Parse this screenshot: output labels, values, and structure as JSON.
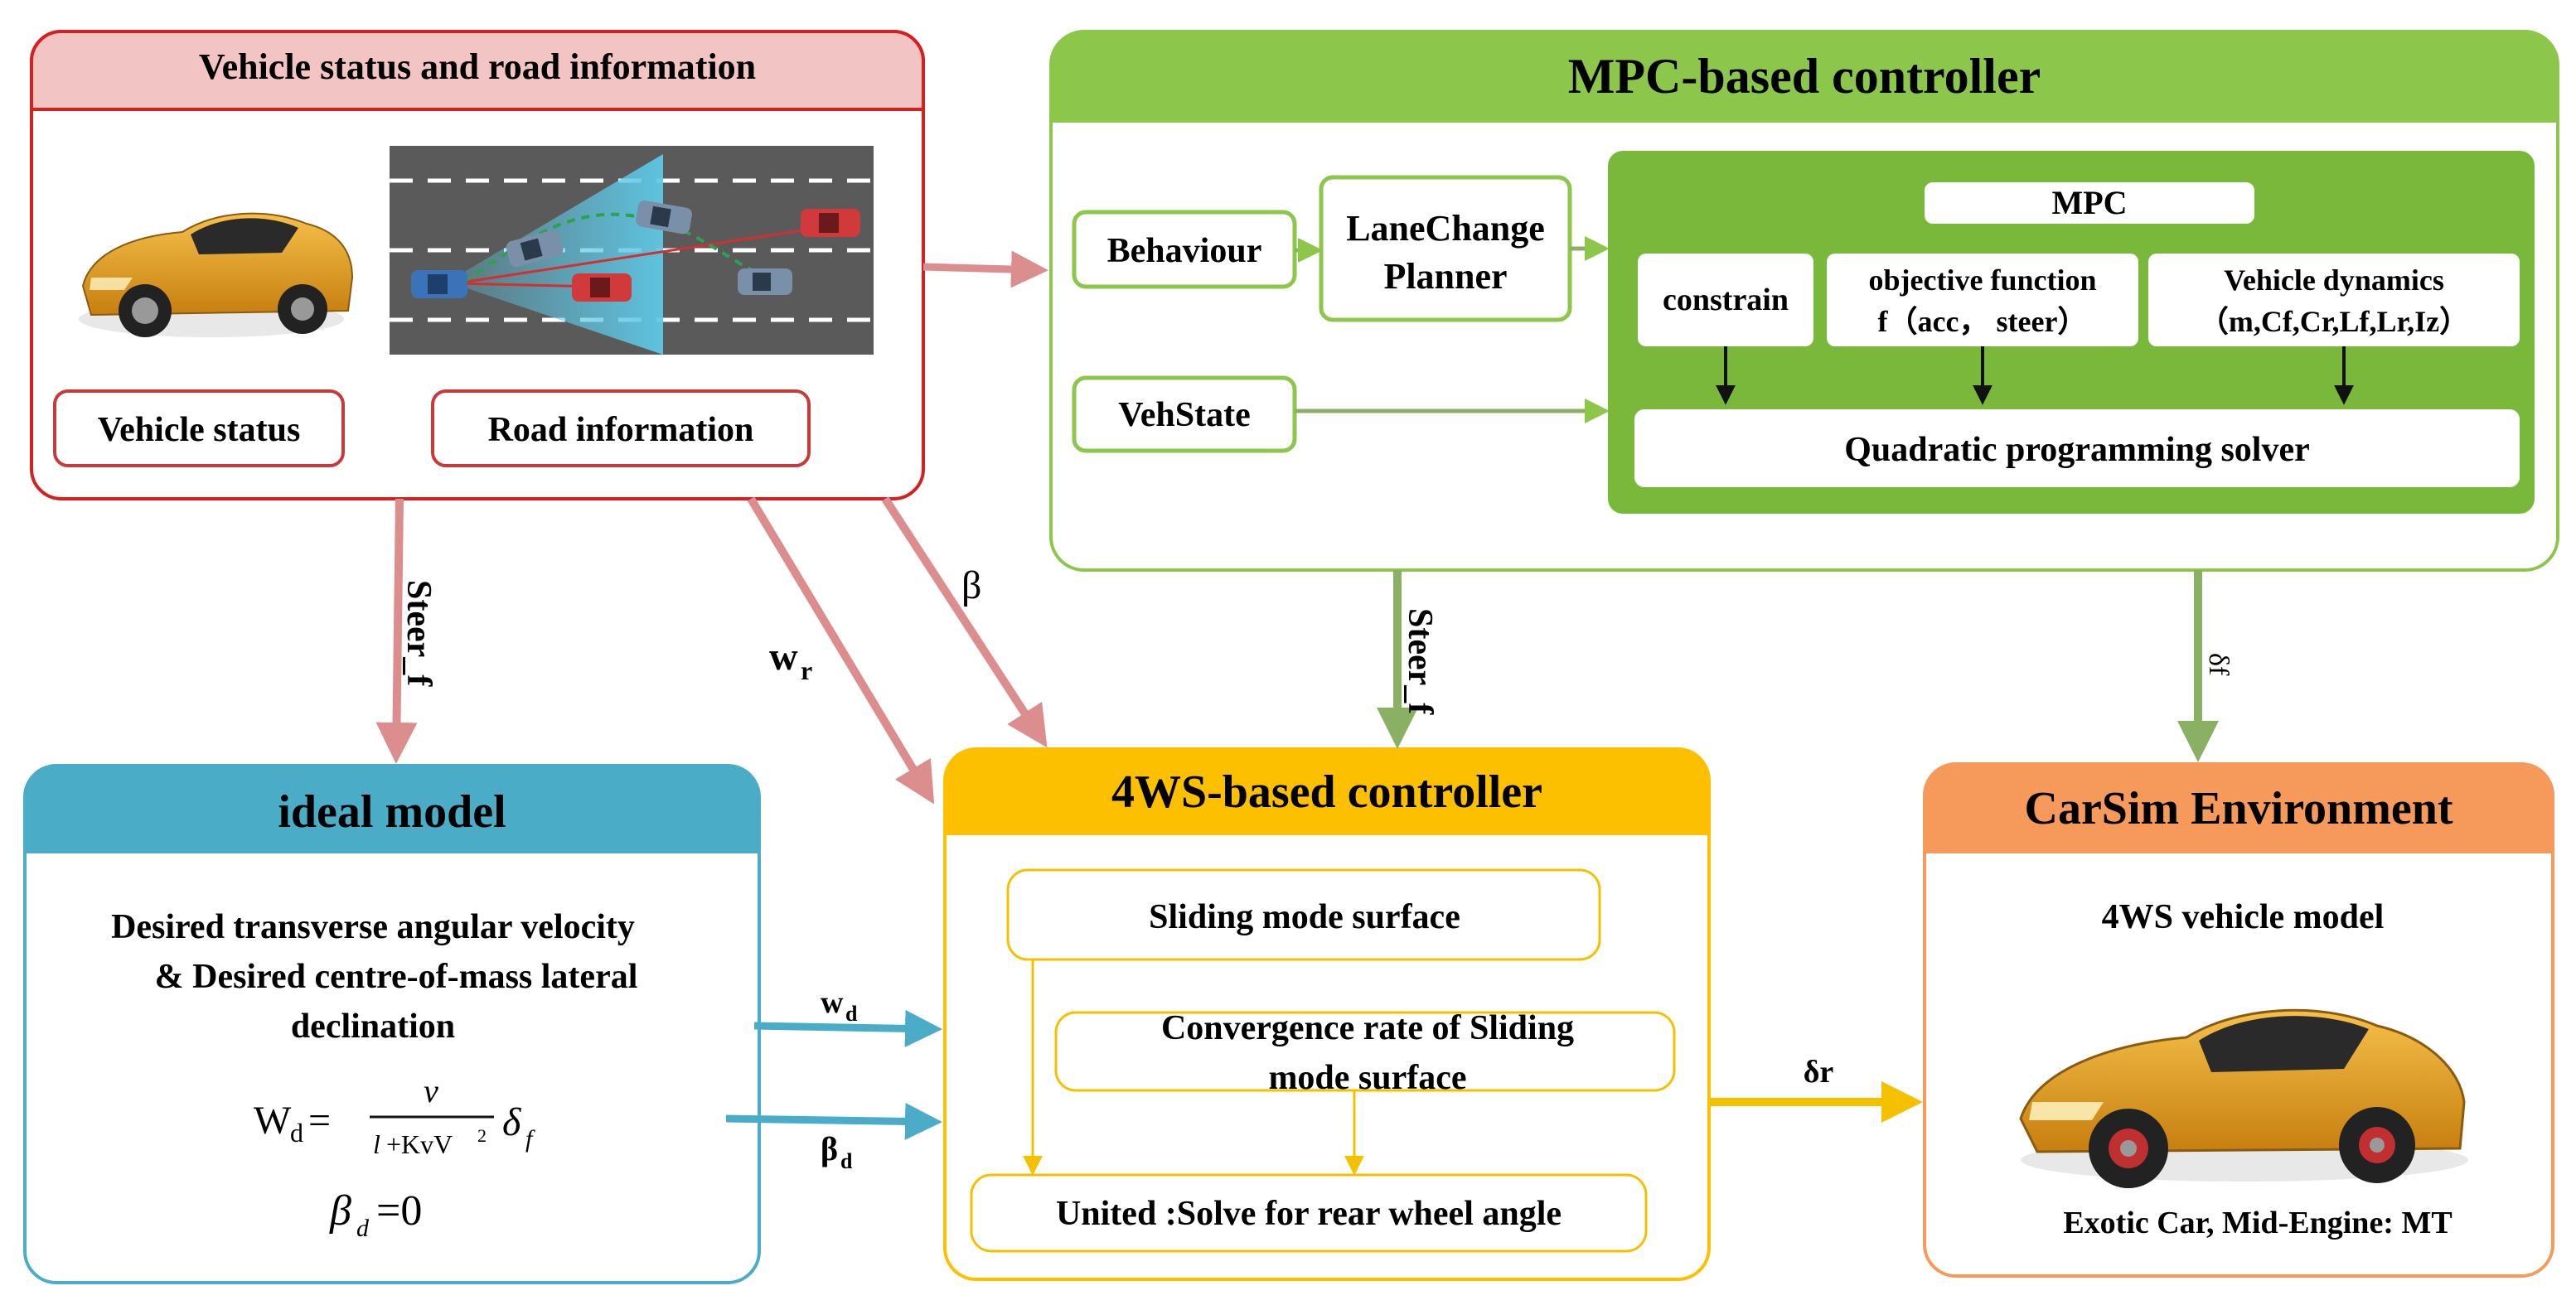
{
  "colors": {
    "vehicle_box": "#d42020",
    "vehicle_header": "#f2c4c4",
    "mpc_green": "#8cc64a",
    "mpc_inner": "#7ab83c",
    "ideal_blue": "#4aacc6",
    "ws_yellow": "#fcc000",
    "carsim_orange": "#f59a5a",
    "arrow_pink": "#dc8e8e",
    "arrow_green": "#8ab064",
    "arrow_blue": "#4aacc6",
    "arrow_yellow": "#f5c000",
    "car_body": "#e8a020",
    "car_blue": "#3a73b8",
    "car_red": "#d03a3a"
  },
  "vehicle_panel": {
    "title": "Vehicle status and road information",
    "status_label": "Vehicle status",
    "road_label": "Road information",
    "car_icon": "sports-car-icon",
    "road_icon": "road-scene-icon"
  },
  "mpc_panel": {
    "title": "MPC-based controller",
    "behaviour": "Behaviour",
    "lanechange_line1": "LaneChange",
    "lanechange_line2": "Planner",
    "vehstate": "VehState",
    "mpc_title": "MPC",
    "constrain": "constrain",
    "objective_line1": "objective function",
    "objective_line2": "f（acc， steer）",
    "dynamics_line1": "Vehicle dynamics",
    "dynamics_line2": "（m,Cf,Cr,Lf,Lr,Iz）",
    "qp_solver": "Quadratic programming solver"
  },
  "ideal_panel": {
    "title": "ideal model",
    "desc_line1": "Desired transverse angular velocity",
    "desc_line2": "& Desired centre-of-mass lateral",
    "desc_line3": "declination",
    "eq1_lhs": "W",
    "eq1_lhs_sub": "d",
    "eq1_eq": "=",
    "eq1_num": "ν",
    "eq1_den_l": "l",
    "eq1_den_mid": "+KvV",
    "eq1_den_sup": "2",
    "eq1_delta": "δ",
    "eq1_delta_sub": "f",
    "eq2_beta": "β",
    "eq2_beta_sub": "d",
    "eq2_rhs": "=0"
  },
  "ws_panel": {
    "title": "4WS-based controller",
    "sliding_surface": "Sliding mode surface",
    "convergence_line1": "Convergence rate of Sliding",
    "convergence_line2": "mode surface",
    "united": "United :Solve for rear wheel angle"
  },
  "carsim_panel": {
    "title": "CarSim Environment",
    "model_label": "4WS vehicle model",
    "car_caption": "Exotic Car, Mid-Engine: MT",
    "car_icon": "sports-car-icon"
  },
  "signals": {
    "steer_f_left": "Steer_f",
    "steer_f_mid": "Steer_f",
    "wr": "w",
    "wr_sub": "r",
    "beta": "β",
    "delta_f": "δf",
    "wd": "w",
    "wd_sub": "d",
    "beta_d": "β",
    "beta_d_sub": "d",
    "delta_r": "δr"
  }
}
